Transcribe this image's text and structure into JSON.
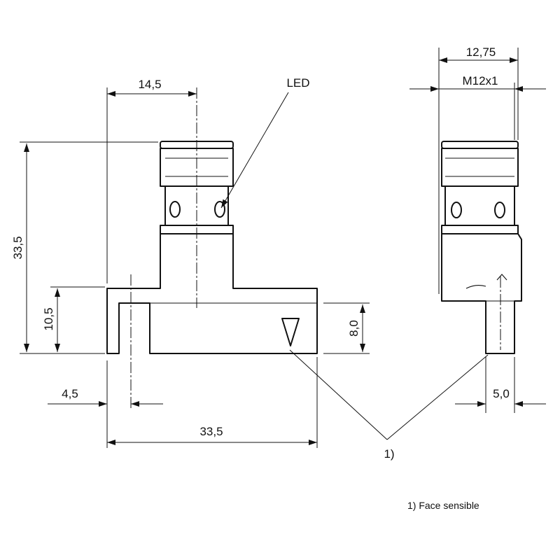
{
  "drawing": {
    "led_label": "LED",
    "callout_label": "1)",
    "footnote": "1) Face sensible",
    "front_view": {
      "dim_connector_offset": "14,5",
      "dim_total_height": "33,5",
      "dim_lower_height": "10,5",
      "dim_face_height": "8,0",
      "dim_slot_width": "4,5",
      "dim_total_width": "33,5"
    },
    "side_view": {
      "dim_width": "12,75",
      "dim_thread": "M12x1",
      "dim_tip_width": "5,0"
    }
  }
}
